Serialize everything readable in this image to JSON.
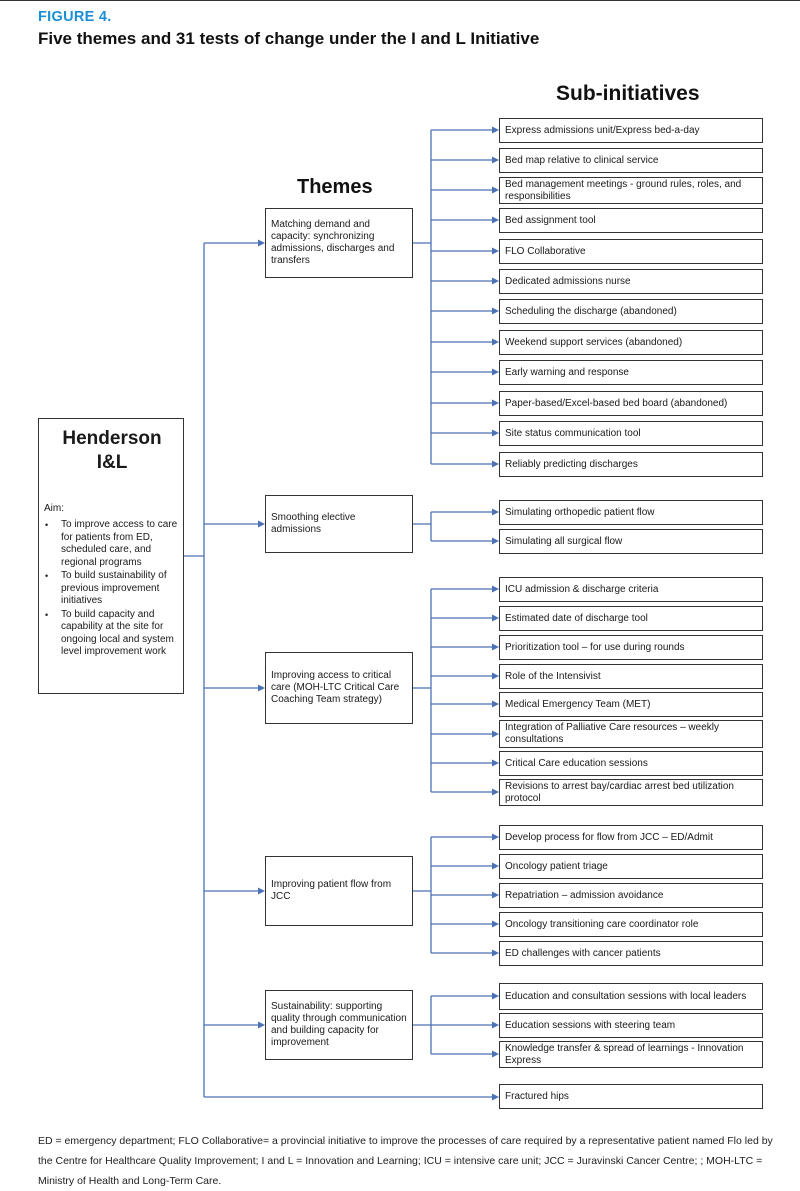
{
  "figure": {
    "label": "FIGURE 4.",
    "title": "Five themes and 31 tests of change under the I and L Initiative"
  },
  "headings": {
    "sub_initiatives": "Sub-initiatives",
    "themes": "Themes"
  },
  "aim_box": {
    "title": "Henderson\nI&L",
    "aim_label": "Aim:",
    "bullet": "•",
    "items": [
      "To improve access to care for patients from ED, scheduled care, and regional programs",
      "To build sustainability of previous improvement initiatives",
      "To build capacity and capability at the site for ongoing local and system level improvement work"
    ]
  },
  "themes": [
    {
      "label": "Matching demand and capacity: synchronizing admissions, discharges and transfers",
      "sub_initiatives": [
        "Express admissions unit/Express bed-a-day",
        "Bed map relative to clinical service",
        "Bed management meetings - ground rules, roles, and responsibilities",
        "Bed assignment tool",
        "FLO Collaborative",
        "Dedicated admissions nurse",
        "Scheduling the discharge (abandoned)",
        "Weekend support services (abandoned)",
        "Early warning and response",
        "Paper-based/Excel-based bed board (abandoned)",
        "Site status communication tool",
        "Reliably predicting discharges"
      ]
    },
    {
      "label": "Smoothing elective admissions",
      "sub_initiatives": [
        "Simulating orthopedic patient flow",
        "Simulating all surgical flow"
      ]
    },
    {
      "label": "Improving access to critical care (MOH-LTC Critical Care Coaching Team strategy)",
      "sub_initiatives": [
        "ICU admission & discharge criteria",
        "Estimated date of discharge tool",
        "Prioritization tool – for use during rounds",
        "Role of the Intensivist",
        "Medical Emergency Team (MET)",
        "Integration of Palliative Care resources – weekly consultations",
        "Critical Care education sessions",
        "Revisions to arrest bay/cardiac arrest bed utilization protocol"
      ]
    },
    {
      "label": "Improving patient flow from JCC",
      "sub_initiatives": [
        "Develop process for flow from JCC – ED/Admit",
        "Oncology patient triage",
        "Repatriation – admission avoidance",
        "Oncology transitioning care coordinator role",
        "ED challenges with cancer patients"
      ]
    },
    {
      "label": "Sustainability: supporting quality through communication and building capacity for improvement",
      "sub_initiatives": [
        "Education and consultation sessions with local leaders",
        "Education sessions with steering team",
        "Knowledge transfer & spread of learnings - Innovation Express"
      ]
    }
  ],
  "direct_sub_initiative": "Fractured hips",
  "footnote": "ED = emergency department; FLO Collaborative= a provincial initiative to improve the processes of care required by a representative patient named Flo led by the Centre for Healthcare Quality Improvement; I and L = Innovation and Learning; ICU = intensive care unit; JCC = Juravinski Cancer Centre; ; MOH-LTC = Ministry of Health and Long-Term Care.",
  "colors": {
    "figure_label": "#1a8fd6",
    "connector": "#4a72b5",
    "box_border": "#333333"
  }
}
